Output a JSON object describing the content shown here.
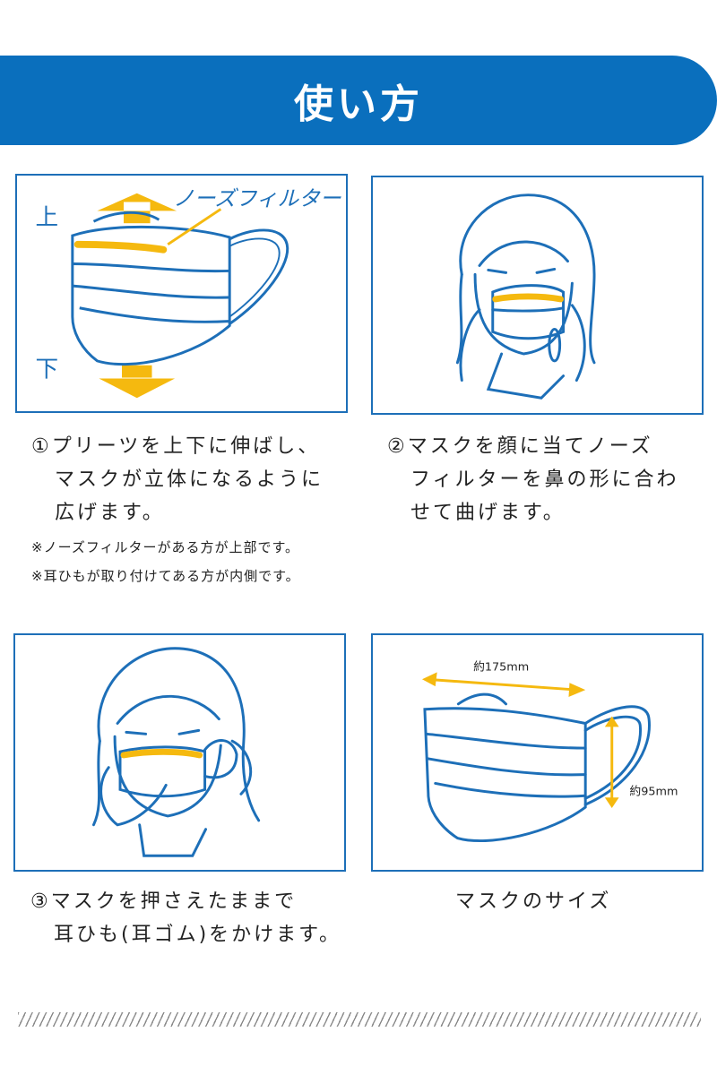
{
  "header": {
    "title": "使い方"
  },
  "panel1": {
    "label_up": "上",
    "label_down": "下",
    "label_filter": "ノーズフィルター"
  },
  "steps": {
    "step1": {
      "lines": [
        "①プリーツを上下に伸ばし、",
        "マスクが立体になるように",
        "広げます。"
      ]
    },
    "step2": {
      "lines": [
        "②マスクを顔に当てノーズ",
        "フィルターを鼻の形に合わ",
        "せて曲げます。"
      ]
    },
    "step3": {
      "lines": [
        "③マスクを押さえたままで",
        "耳ひも(耳ゴム)をかけます。"
      ]
    }
  },
  "notes": [
    "※ノーズフィルターがある方が上部です。",
    "※耳ひもが取り付けてある方が内側です。"
  ],
  "size_panel": {
    "width_label": "約175mm",
    "height_label": "約95mm",
    "caption": "マスクのサイズ"
  },
  "colors": {
    "brand_blue": "#0a6fbd",
    "line_blue": "#1d6fb8",
    "accent_yellow": "#f5b90f"
  }
}
